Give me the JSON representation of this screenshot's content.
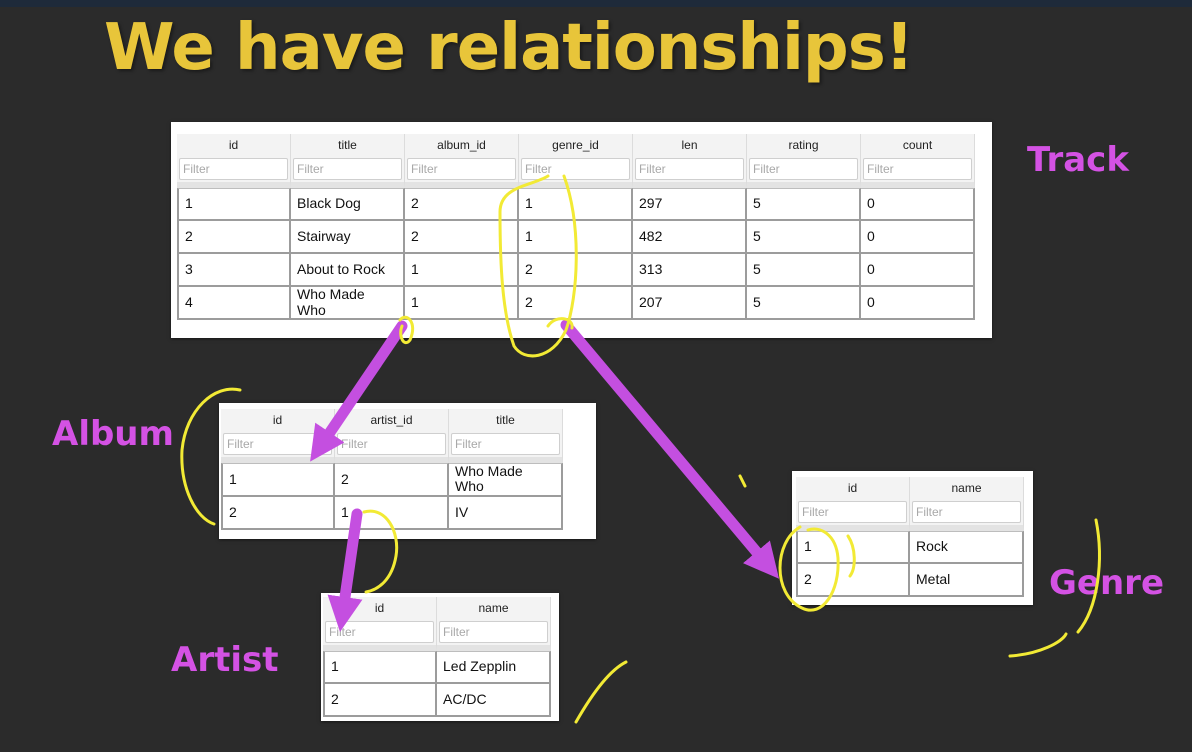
{
  "slide": {
    "title": "We have relationships!"
  },
  "labels": {
    "track": "Track",
    "album": "Album",
    "genre": "Genre",
    "artist": "Artist"
  },
  "colors": {
    "title": "#e8c53a",
    "label": "#d452e4",
    "arrow": "#c44fe0",
    "annotation": "#f2ea35",
    "background": "#2b2b2b"
  },
  "filter_placeholder": "Filter",
  "track": {
    "columns": [
      "id",
      "title",
      "album_id",
      "genre_id",
      "len",
      "rating",
      "count"
    ],
    "rows": [
      [
        "1",
        "Black Dog",
        "2",
        "1",
        "297",
        "5",
        "0"
      ],
      [
        "2",
        "Stairway",
        "2",
        "1",
        "482",
        "5",
        "0"
      ],
      [
        "3",
        "About to Rock",
        "1",
        "2",
        "313",
        "5",
        "0"
      ],
      [
        "4",
        "Who Made Who",
        "1",
        "2",
        "207",
        "5",
        "0"
      ]
    ]
  },
  "album": {
    "columns": [
      "id",
      "artist_id",
      "title"
    ],
    "rows": [
      [
        "1",
        "2",
        "Who Made Who"
      ],
      [
        "2",
        "1",
        "IV"
      ]
    ]
  },
  "genre": {
    "columns": [
      "id",
      "name"
    ],
    "rows": [
      [
        "1",
        "Rock"
      ],
      [
        "2",
        "Metal"
      ]
    ]
  },
  "artist": {
    "columns": [
      "id",
      "name"
    ],
    "rows": [
      [
        "1",
        "Led Zepplin"
      ],
      [
        "2",
        "AC/DC"
      ]
    ]
  }
}
